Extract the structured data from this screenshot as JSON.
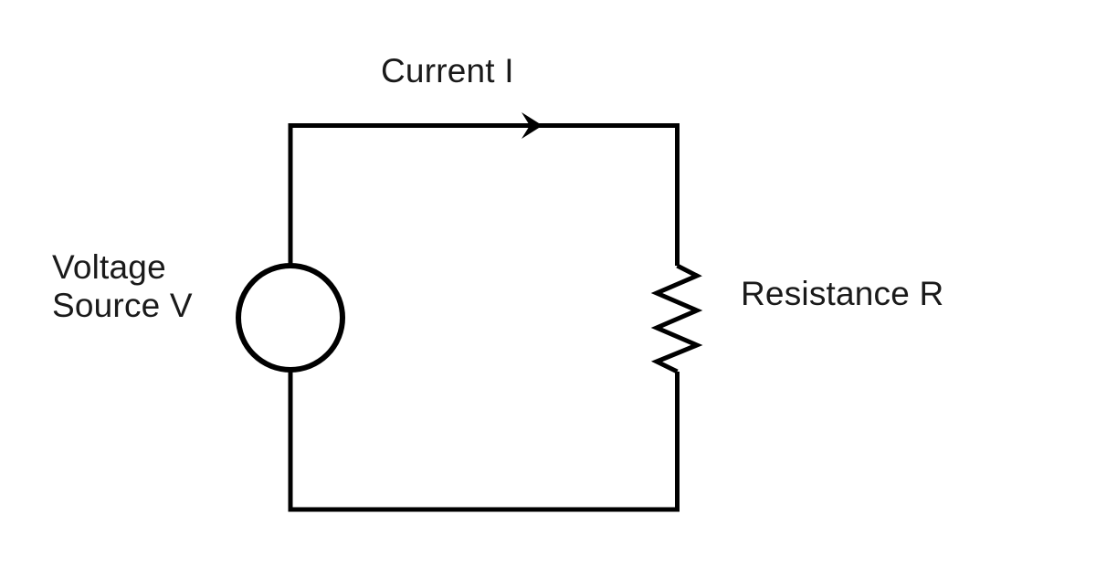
{
  "diagram": {
    "type": "circuit-diagram",
    "labels": {
      "current": "Current I",
      "voltage_line1": "Voltage",
      "voltage_line2": "Source V",
      "resistance": "Resistance R"
    },
    "colors": {
      "wire": "#000000",
      "text": "#1a1a1a",
      "background": "#ffffff"
    }
  }
}
